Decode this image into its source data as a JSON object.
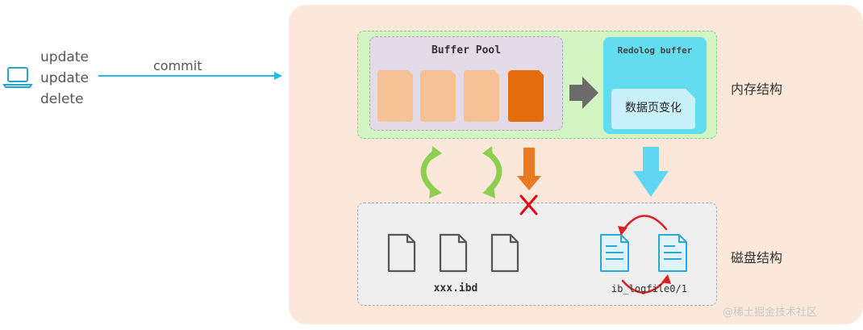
{
  "client": {
    "operations": [
      "update",
      "update",
      "delete"
    ],
    "commit_label": "commit",
    "laptop_icon": "laptop-icon"
  },
  "memory": {
    "buffer_pool_title": "Buffer Pool",
    "redolog_buffer_title": "Redolog buffer",
    "page_change_label": "数据页变化",
    "region_label": "内存结构"
  },
  "disk": {
    "data_file_label": "xxx.ibd",
    "log_file_label": "ib_logfile0/1",
    "region_label": "磁盘结构"
  },
  "watermark": "@稀土掘金技术社区",
  "colors": {
    "panel": "#fbe8da",
    "memory_area": "#d3f5c4",
    "buffer_pool": "#e3dbe8",
    "page": "#f7c196",
    "dirty_page": "#e46c0a",
    "redolog": "#63dcf0",
    "commit_arrow": "#29b6e6",
    "sync_arrows": "#8fcf4f",
    "flush_arrow": "#e87a22",
    "blocked": "#e60012",
    "disk_area": "#efefef"
  }
}
